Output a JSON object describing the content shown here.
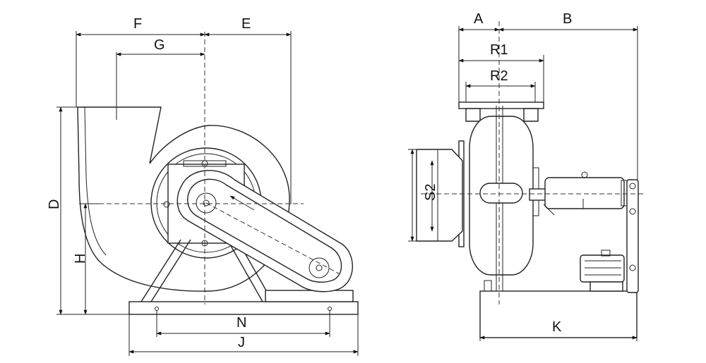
{
  "labels": {
    "F": "F",
    "G": "G",
    "E": "E",
    "D": "D",
    "H": "H",
    "N": "N",
    "J": "J",
    "A": "A",
    "B": "B",
    "R1": "R1",
    "R2": "R2",
    "S2": "S2",
    "K": "K"
  }
}
